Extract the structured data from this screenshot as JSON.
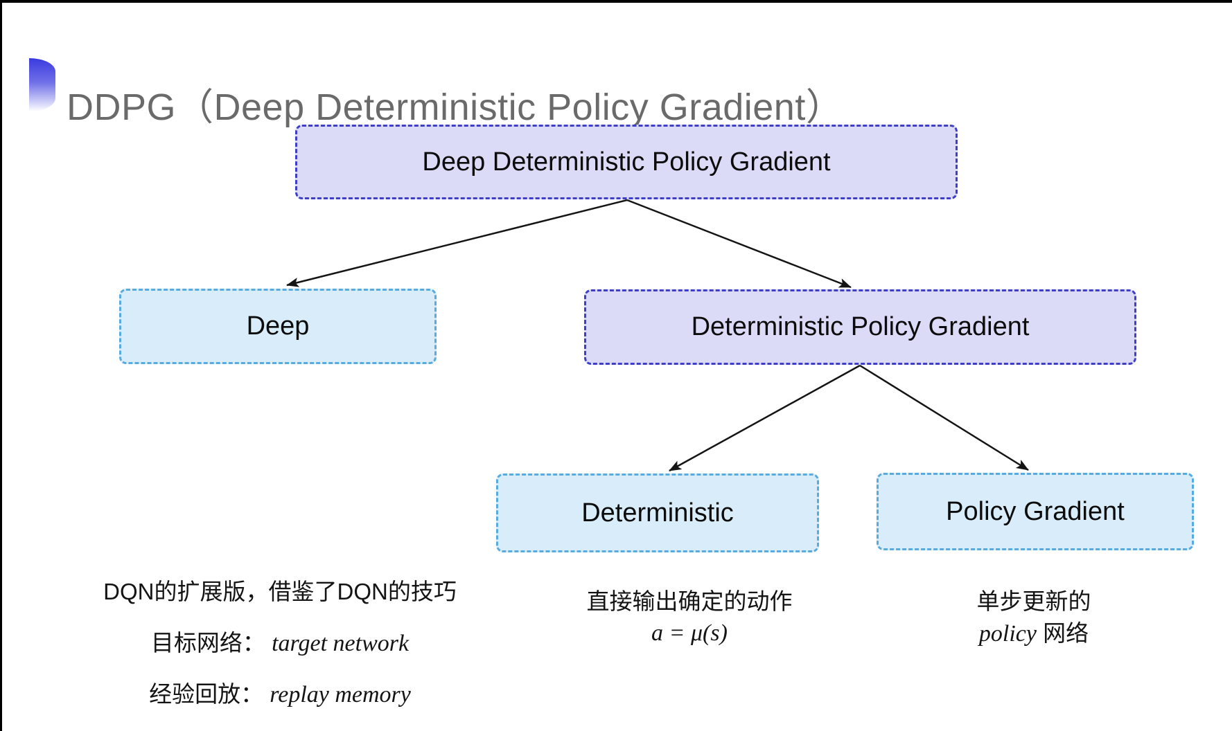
{
  "slide": {
    "title": "DDPG（Deep Deterministic Policy Gradient）"
  },
  "nodes": {
    "root": {
      "label": "Deep Deterministic Policy Gradient"
    },
    "deep": {
      "label": "Deep"
    },
    "dpg": {
      "label": "Deterministic Policy Gradient"
    },
    "deterministic": {
      "label": "Deterministic"
    },
    "policy_gradient": {
      "label": "Policy Gradient"
    }
  },
  "annotations": {
    "deep_note": {
      "line1": "DQN的扩展版，借鉴了DQN的技巧",
      "target_label": "目标网络：",
      "target_value": "target network",
      "replay_label": "经验回放：",
      "replay_value": "replay memory"
    },
    "deterministic_note": {
      "line1": "直接输出确定的动作",
      "formula": "a = μ(s)"
    },
    "policy_note": {
      "line1": "单步更新的",
      "term": "policy",
      "suffix": " 网络"
    }
  },
  "colors": {
    "purple_fill": "#dbdbf7",
    "purple_border": "#3e3ec9",
    "blue_fill": "#d8edf9",
    "blue_border": "#58abdf",
    "title_gray": "#6a6a6a",
    "arrow": "#141414",
    "bullet_blue": "#3a3ade"
  }
}
